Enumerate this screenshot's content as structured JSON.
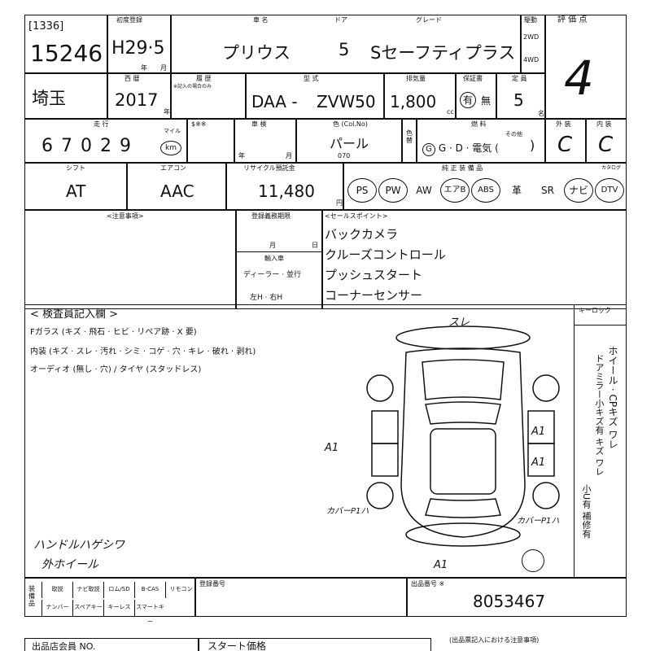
{
  "header": {
    "lot_code": "[1336]",
    "lot_no": "15246",
    "first_reg_label": "初度登録",
    "first_reg_value": "H29",
    "first_reg_sep": "·",
    "first_reg_month": "5",
    "year_unit": "年",
    "month_unit": "月",
    "car_name_label": "車 名",
    "car_name": "プリウス",
    "doors_label": "ドア",
    "doors": "5",
    "grade_label": "グレード",
    "grade": "Sセーフティプラス",
    "drive_label": "駆動",
    "drive_2wd": "2WD",
    "drive_4wd": "4WD",
    "rating_label": "評 価 点",
    "rating": "4"
  },
  "row2": {
    "region": "埼玉",
    "western_label": "西 暦",
    "western_year": "2017",
    "year_unit": "年",
    "history_label": "履 歴",
    "history_note": "※記入の場合のみ",
    "model_label": "型 式",
    "model_prefix": "DAA -",
    "model_code": "ZVW50",
    "displacement_label": "排気量",
    "displacement": "1,800",
    "cc_unit": "cc",
    "warranty_label": "保証書",
    "warranty_yes": "有",
    "warranty_no": "無",
    "capacity_label": "定 員",
    "capacity": "5",
    "capacity_unit": "名"
  },
  "row3": {
    "mileage_label": "走 行",
    "mileage": "67029",
    "mile_label": "マイル",
    "km_label": "km",
    "mileage_flag_label": "$※※",
    "inspection_label": "車 検",
    "inspection_year_unit": "年",
    "inspection_month_unit": "月",
    "color_label": "色 (Col.No)",
    "color": "パール",
    "color_no": "070",
    "color_change_label": "色替",
    "fuel_label": "燃 料",
    "fuel_options": "G · D · 電気 (",
    "fuel_close": ")",
    "fuel_other": "その他",
    "exterior_label": "外 装",
    "exterior": "C",
    "interior_label": "内 装",
    "interior": "C"
  },
  "row4": {
    "shift_label": "シフト",
    "shift": "AT",
    "ac_label": "エアコン",
    "ac": "AAC",
    "recycle_label": "リサイクル預託金",
    "recycle": "11,480",
    "yen_unit": "円",
    "equipment_label": "純 正 装 備 品",
    "catalog_label": "カタログ",
    "equipment": [
      "PS",
      "PW",
      "AW",
      "エアB",
      "ABS",
      "革",
      "SR",
      "ナビ",
      "DTV"
    ],
    "equipment_circled": [
      true,
      true,
      false,
      true,
      true,
      false,
      false,
      true,
      true
    ]
  },
  "notes": {
    "caution_label": "<注意事項>",
    "registration_label": "登録義務期限",
    "reg_month_unit": "月",
    "reg_day_unit": "日",
    "import_label": "輸入車",
    "dealer_label": "ディーラー · 並行",
    "handle_label": "左H · 右H",
    "sales_label": "<セールスポイント>",
    "sales_points": [
      "バックカメラ",
      "クルーズコントロール",
      "プッシュスタート",
      "コーナーセンサー"
    ]
  },
  "inspector": {
    "title": "< 検査員記入欄 >",
    "line1": "Fガラス (キズ · 飛石 · ヒビ · リペア跡 · X 要)",
    "line2": "内装 (キズ · スレ · 汚れ · シミ · コゲ · 穴 · キレ · 破れ · 剥れ)",
    "line3": "オーディオ (無し · 穴) / タイヤ (スタッドレス)",
    "handwritten1": "ハンドルハゲシワ",
    "handwritten2": "外ホイール",
    "keylock_label": "キーロック",
    "right_note_1": "ホイール · CPキズ ワレ",
    "right_note_2": "ドアミラー小キズ有 キズ ワレ",
    "right_note_3": "小U有 補修有",
    "marks": {
      "top": "スレ",
      "a1_left": "A1",
      "a1_right_upper": "A1",
      "a1_right_lower": "A1",
      "a1_bottom": "A1",
      "left_rear": "カバーP1ハ",
      "right_rear": "カバーP1ハ"
    }
  },
  "bottom": {
    "equipment_label": "装備品",
    "items_row1": [
      "取説",
      "ナビ取説",
      "ロム/SD",
      "B-CAS",
      "リモコン"
    ],
    "items_row2": [
      "ナンバー",
      "スペアキー",
      "キーレス",
      "スマートキー"
    ],
    "registration_no_label": "登録番号",
    "dealer_no_label": "出品番号 ※",
    "dealer_no": "8053467"
  },
  "footer": {
    "member_label": "出品店会員 NO.",
    "start_price_label": "スタート価格",
    "caution_note": "(出品票記入における注意事項)"
  }
}
